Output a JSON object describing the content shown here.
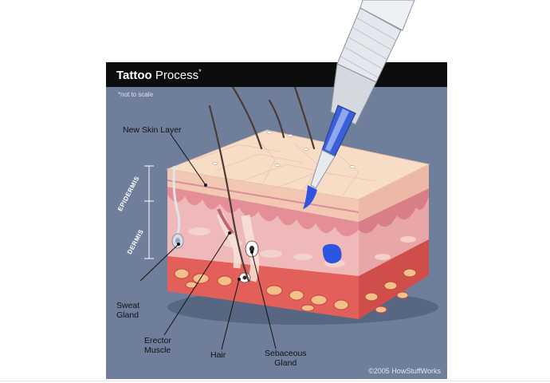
{
  "figure": {
    "title_bold": "Tattoo",
    "title_rest": "Process",
    "title_mark": "*",
    "note": "*not to scale",
    "copyright": "©2005 HowStuffWorks"
  },
  "labels": {
    "new_skin_layer": "New Skin Layer",
    "epidermis": "EPIDERMIS",
    "dermis": "DERMIS",
    "sweat_gland_1": "Sweat",
    "sweat_gland_2": "Gland",
    "erector_muscle_1": "Erector",
    "erector_muscle_2": "Muscle",
    "hair": "Hair",
    "sebaceous_gland_1": "Sebaceous",
    "sebaceous_gland_2": "Gland"
  },
  "colors": {
    "background": "#6f7f9b",
    "title_bar": "#0d0d0d",
    "epidermis": "#f6d3bb",
    "dermis": "#f0b9b9",
    "fat_layer": "#e25f5a",
    "ink": "#2d55e0",
    "needle_body": "#d9dde3"
  }
}
